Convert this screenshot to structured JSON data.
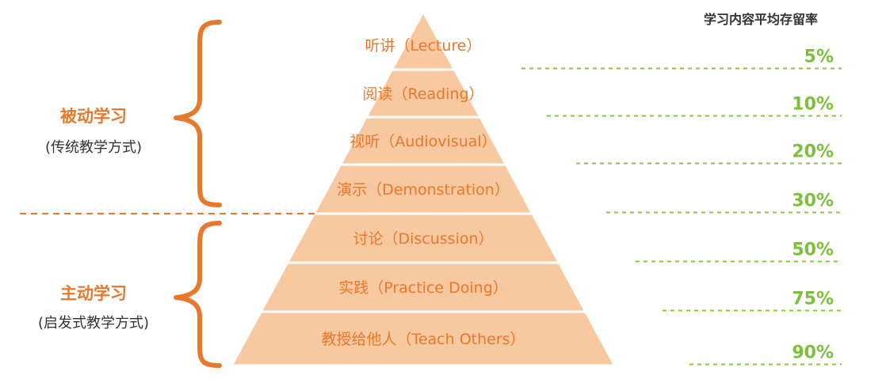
{
  "rate_header": "学习内容平均存留率",
  "colors": {
    "pyramid_fill": "#f8c9a0",
    "label_text": "#e8782a",
    "rate_text": "#7dbf3a",
    "rate_line": "#8cc63f",
    "bracket": "#e8782a",
    "divider": "#e8782a",
    "subtitle_text": "#333333"
  },
  "groups": [
    {
      "title": "被动学习",
      "subtitle": "(传统教学方式)"
    },
    {
      "title": "主动学习",
      "subtitle": "(启发式教学方式)"
    }
  ],
  "tiers": [
    {
      "label": "听讲（Lecture）",
      "rate": "5%"
    },
    {
      "label": "阅读（Reading）",
      "rate": "10%"
    },
    {
      "label": "视听（Audiovisual）",
      "rate": "20%"
    },
    {
      "label": "演示（Demonstration）",
      "rate": "30%"
    },
    {
      "label": "讨论（Discussion）",
      "rate": "50%"
    },
    {
      "label": "实践（Practice Doing）",
      "rate": "75%"
    },
    {
      "label": "教授给他人（Teach Others）",
      "rate": "90%"
    }
  ]
}
